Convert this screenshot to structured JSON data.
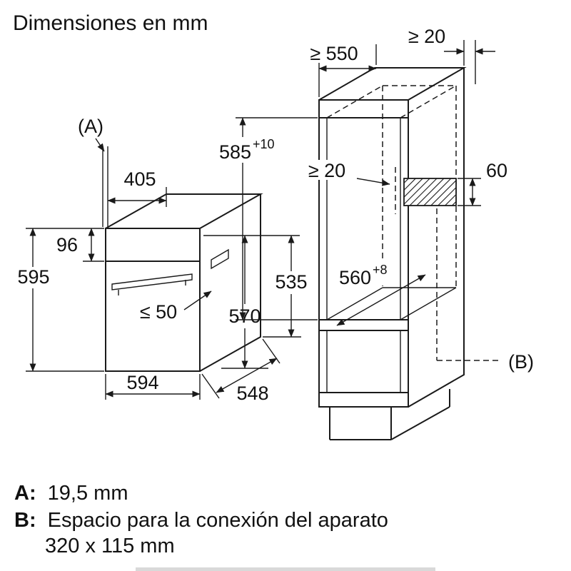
{
  "title": "Dimensiones en mm",
  "oven": {
    "label_a": "(A)",
    "top_depth": "405",
    "panel_height": "96",
    "height": "595",
    "handle_clearance": "≤ 50",
    "front_height": "570",
    "side_height": "535",
    "width": "594",
    "depth": "548"
  },
  "cabinet": {
    "top_depth": "≥ 550",
    "rear_gap_top": "≥ 20",
    "niche_height": "585",
    "niche_height_tol": "+10",
    "rear_gap_inner": "≥ 20",
    "recess_depth": "60",
    "niche_depth": "560",
    "niche_depth_tol": "+8",
    "label_b": "(B)"
  },
  "legend": {
    "a_key": "A:",
    "a_value": "19,5 mm",
    "b_key": "B:",
    "b_value": "Espacio para la conexión del aparato",
    "b_value2": "320 x 115 mm"
  }
}
